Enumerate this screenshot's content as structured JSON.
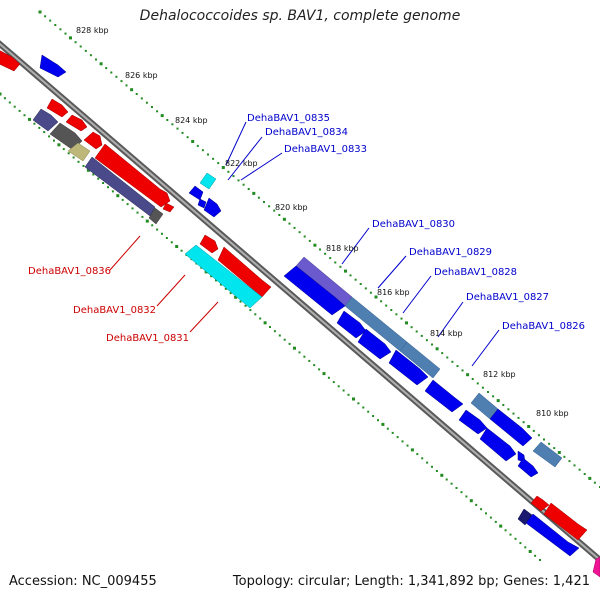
{
  "title": "Dehalococcoides sp. BAV1, complete genome",
  "footer": {
    "accession": "Accession: NC_009455",
    "summary": "Topology: circular; Length: 1,341,892 bp; Genes: 1,421"
  },
  "ticks": [
    "828 kbp",
    "826 kbp",
    "824 kbp",
    "822 kbp",
    "820 kbp",
    "818 kbp",
    "816 kbp",
    "814 kbp",
    "812 kbp",
    "810 kbp"
  ],
  "genes_forward": [
    "DehaBAV1_0835",
    "DehaBAV1_0834",
    "DehaBAV1_0833",
    "DehaBAV1_0830",
    "DehaBAV1_0829",
    "DehaBAV1_0828",
    "DehaBAV1_0827",
    "DehaBAV1_0826"
  ],
  "genes_reverse": [
    "DehaBAV1_0836",
    "DehaBAV1_0832",
    "DehaBAV1_0831"
  ],
  "colors": {
    "backbone": "#8a8a8a",
    "forward_gene": "#0000ee",
    "reverse_gene": "#ee0000",
    "cyan_gene": "#00e5ee",
    "slate_gene": "#4a4a8a",
    "steel_gene": "#4f7fb0",
    "khaki_gene": "#bdb77a",
    "grey_gene": "#555555",
    "magenta_gene": "#ee1493",
    "tick_dots": "#228b22"
  }
}
